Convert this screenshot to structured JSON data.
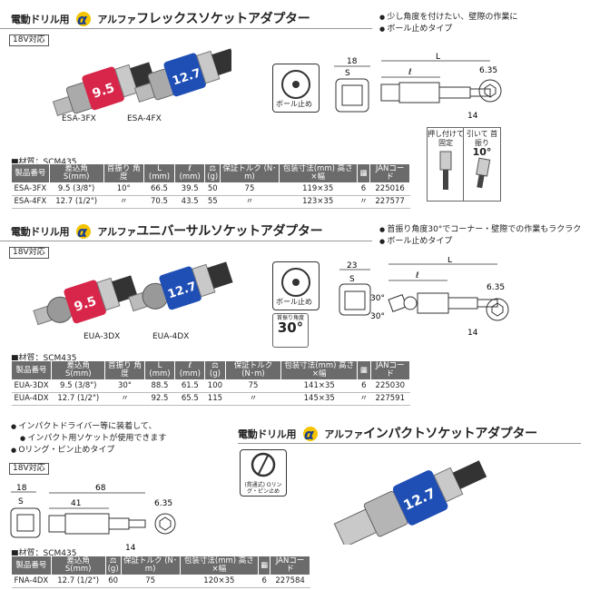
{
  "sections": [
    {
      "title_prefix": "電動ドリル用",
      "title_alpha": "アルファ",
      "title_main": "フレックスソケットアダプター",
      "voltage_tag": "18V対応",
      "bullets": [
        "少し角度を付けたい、壁際の作業に",
        "ボール止めタイプ"
      ],
      "tools": [
        {
          "label": "ESA-3FX",
          "band_text": "9.5",
          "color": "#d8264a"
        },
        {
          "label": "ESA-4FX",
          "band_text": "12.7",
          "color": "#1f4fb5"
        }
      ],
      "material": "■材質：SCM435",
      "headers": [
        "製品番号",
        "差込角 S(mm)",
        "首振り 角度",
        "L (mm)",
        "ℓ (mm)",
        "(g)",
        "保証トルク (N･m)",
        "包装寸法(mm) 高さ×幅",
        "",
        "JANコード"
      ],
      "rows": [
        [
          "ESA-3FX",
          "9.5 (3/8\")",
          "10°",
          "66.5",
          "39.5",
          "50",
          "75",
          "119×35",
          "6",
          "225016"
        ],
        [
          "ESA-4FX",
          "12.7 (1/2\")",
          "〃",
          "70.5",
          "43.5",
          "55",
          "〃",
          "123×35",
          "〃",
          "227577"
        ]
      ],
      "diagram": {
        "w": "18",
        "s": "S",
        "L": "L",
        "l": "ℓ",
        "hex": "6.35",
        "shank": "14",
        "ball_label": "ボール止め"
      },
      "push_box": "押し付けて 固定",
      "pull_box": "引いて 首振り",
      "pull_angle": "10°"
    },
    {
      "title_prefix": "電動ドリル用",
      "title_alpha": "アルファ",
      "title_main": "ユニバーサルソケットアダプター",
      "voltage_tag": "18V対応",
      "bullets": [
        "首振り角度30°でコーナー・壁際での作業もラクラク",
        "ボール止めタイプ"
      ],
      "tools": [
        {
          "label": "EUA-3DX",
          "band_text": "9.5",
          "color": "#d8264a"
        },
        {
          "label": "EUA-4DX",
          "band_text": "12.7",
          "color": "#1f4fb5"
        }
      ],
      "material": "■材質：SCM435",
      "headers": [
        "製品番号",
        "差込角 S(mm)",
        "首振り 角度",
        "L (mm)",
        "ℓ (mm)",
        "(g)",
        "保証トルク (N･m)",
        "包装寸法(mm) 高さ×幅",
        "",
        "JANコード"
      ],
      "rows": [
        [
          "EUA-3DX",
          "9.5 (3/8\")",
          "30°",
          "88.5",
          "61.5",
          "100",
          "75",
          "141×35",
          "6",
          "225030"
        ],
        [
          "EUA-4DX",
          "12.7 (1/2\")",
          "〃",
          "92.5",
          "65.5",
          "115",
          "〃",
          "145×35",
          "〃",
          "227591"
        ]
      ],
      "diagram": {
        "w": "23",
        "s": "S",
        "L": "L",
        "l": "ℓ",
        "hex": "6.35",
        "shank": "14",
        "angle1": "30°",
        "angle2": "30°",
        "ball_label": "ボール止め"
      },
      "swing_label": "首振り角度",
      "swing_value": "30°"
    },
    {
      "title_prefix": "電動ドリル用",
      "title_alpha": "アルファ",
      "title_main": "インパクトソケットアダプター",
      "voltage_tag": "18V対応",
      "bullets": [
        "インパクトドライバー等に装着して、",
        "インパクト用ソケットが使用できます",
        "Oリング・ピン止めタイプ"
      ],
      "tools": [
        {
          "label": "",
          "band_text": "12.7",
          "color": "#1f4fb5"
        }
      ],
      "material": "■材質：SCM435",
      "headers": [
        "製品番号",
        "差込角 S(mm)",
        "(g)",
        "保証トルク (N･m)",
        "包装寸法(mm) 高さ×幅",
        "",
        "JANコード"
      ],
      "rows": [
        [
          "FNA-4DX",
          "12.7 (1/2\")",
          "60",
          "75",
          "120×35",
          "6",
          "227584"
        ]
      ],
      "diagram": {
        "w": "18",
        "s": "S",
        "L": "68",
        "l": "41",
        "hex": "6.35",
        "shank": "14"
      },
      "oring_label": "(貫通式) Oリング・ピン止め"
    }
  ]
}
